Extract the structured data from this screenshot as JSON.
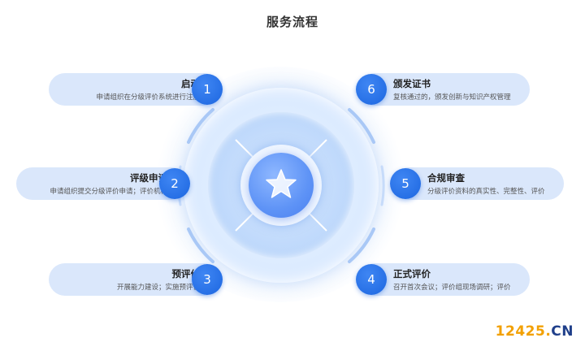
{
  "title": "服务流程",
  "steps": [
    {
      "number": "1",
      "title": "启动",
      "desc": "申请组织在分级评价系统进行注册"
    },
    {
      "number": "2",
      "title": "评级申请",
      "desc": "申请组织提交分级评价申请；评价机构"
    },
    {
      "number": "3",
      "title": "预评价",
      "desc": "开展能力建设；实施预评价"
    },
    {
      "number": "4",
      "title": "正式评价",
      "desc": "召开首次会议；评价组现场调研；评价"
    },
    {
      "number": "5",
      "title": "合规审查",
      "desc": "分级评价资料的真实性、完整性、评价"
    },
    {
      "number": "6",
      "title": "颁发证书",
      "desc": "复核通过的，颁发创新与知识产权管理"
    }
  ],
  "center_icon": "star-icon",
  "colors": {
    "accent": "#1c66e0",
    "pill": "#dae7fb",
    "core": "#5e93f6"
  },
  "watermark": {
    "number": "12425",
    "dot": ".",
    "suffix": "CN"
  }
}
